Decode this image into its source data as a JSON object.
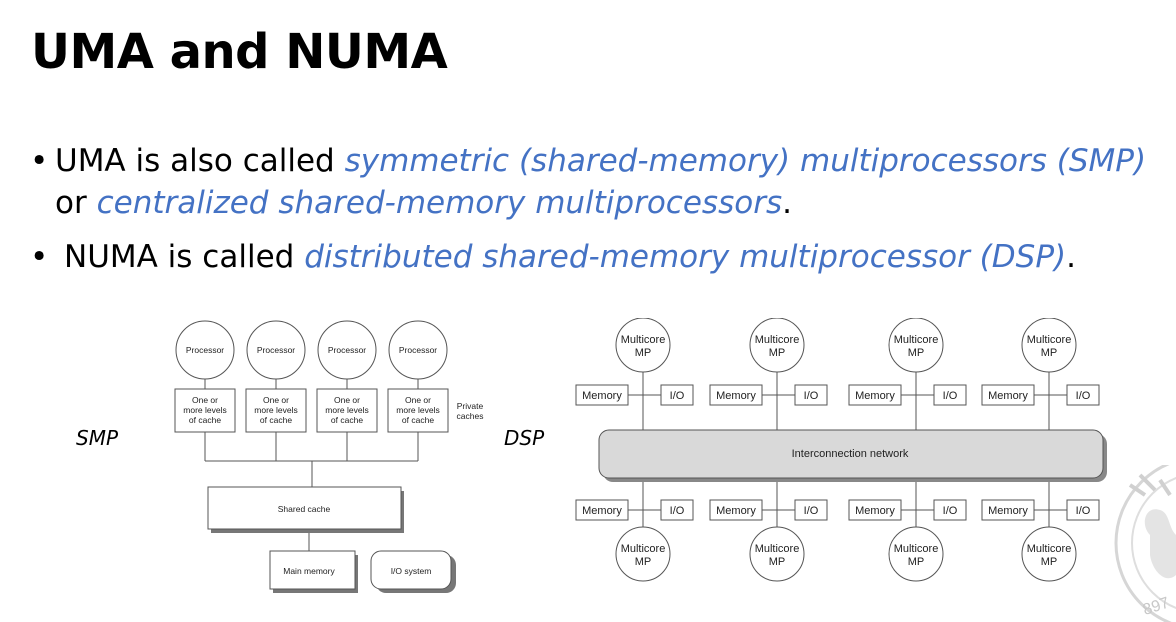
{
  "title": "UMA and NUMA",
  "bullets": [
    {
      "dot": "•",
      "prefix": "UMA is also called ",
      "em1": "symmetric (shared-memory) multiprocessors (SMP)",
      "mid": " or ",
      "em2": "centralized shared-memory multiprocessors",
      "suffix": "."
    },
    {
      "dot": "•",
      "prefix": "NUMA is called ",
      "em1": "distributed shared-memory multiprocessor (DSP)",
      "suffix": "."
    }
  ],
  "smp": {
    "label": "SMP",
    "processors": [
      "Processor",
      "Processor",
      "Processor",
      "Processor"
    ],
    "cache_line1": "One or",
    "cache_line2": "more levels",
    "cache_line3": "of cache",
    "private_line1": "Private",
    "private_line2": "caches",
    "shared_cache": "Shared cache",
    "main_memory": "Main memory",
    "io_system": "I/O system"
  },
  "dsp": {
    "label": "DSP",
    "node_line1": "Multicore",
    "node_line2": "MP",
    "memory": "Memory",
    "io": "I/O",
    "network": "Interconnection network"
  },
  "colors": {
    "accent": "#4472c4",
    "node_stroke": "#555555",
    "network_fill": "#d9d9d9"
  }
}
